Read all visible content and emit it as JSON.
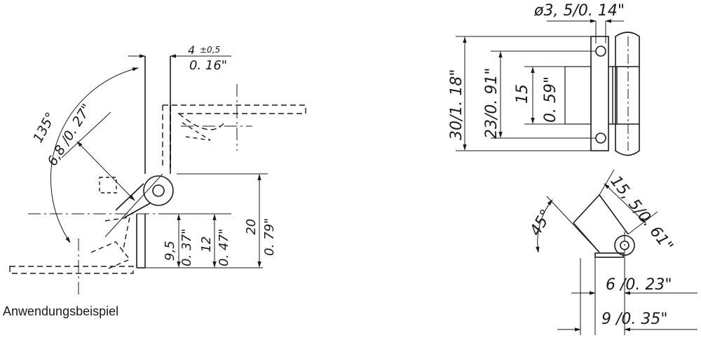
{
  "caption": "Anwendungsbeispiel",
  "left_view": {
    "thickness": {
      "value": "4",
      "tolerance": "±0,5",
      "inch": "0. 16\""
    },
    "angle": "135°",
    "offset": "6,8 /0. 27\"",
    "h_9_5_mm": "9,5",
    "h_9_5_in": "0. 37\"",
    "h_12_mm": "12",
    "h_12_in": "0. 47\"",
    "h_20_mm": "20",
    "h_20_in": "0. 79\""
  },
  "front_view": {
    "hole": "ø3, 5/0. 14\"",
    "height_30": "30/1. 18\"",
    "height_23": "23/0. 91\"",
    "height_15_mm": "15",
    "height_15_in": "0. 59\""
  },
  "side_view": {
    "angle": "45°",
    "leaf": "15, 5/0. 61\"",
    "width_6": "6 /0. 23\"",
    "width_9": "9 /0. 35\""
  }
}
